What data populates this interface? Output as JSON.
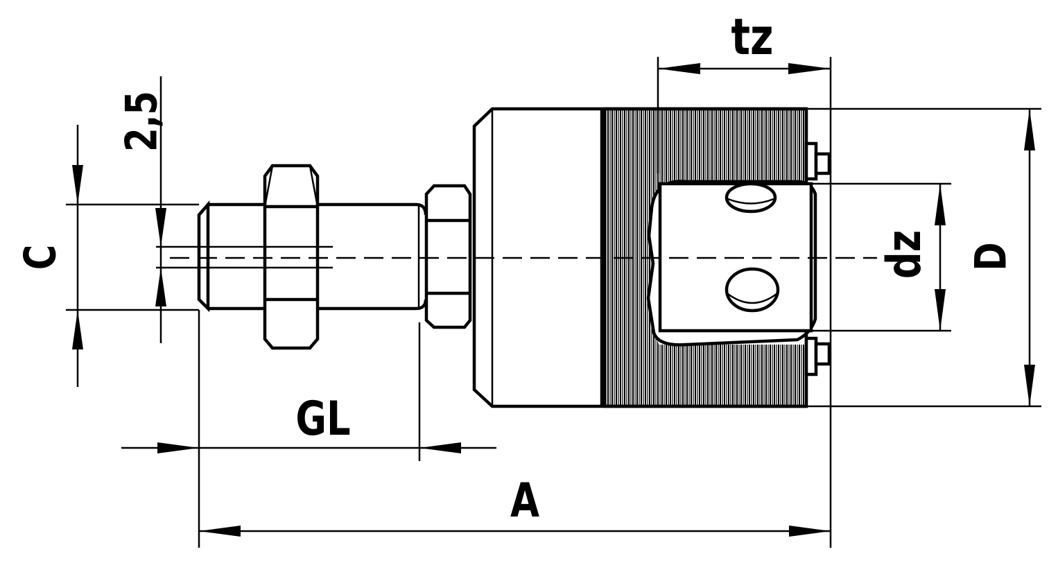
{
  "dimensions": {
    "tz": "tz",
    "two_five": "2,5",
    "c": "C",
    "dz": "dz",
    "d": "D",
    "gl": "GL",
    "a": "A"
  },
  "colors": {
    "ink": "#000000",
    "paper": "#ffffff"
  }
}
